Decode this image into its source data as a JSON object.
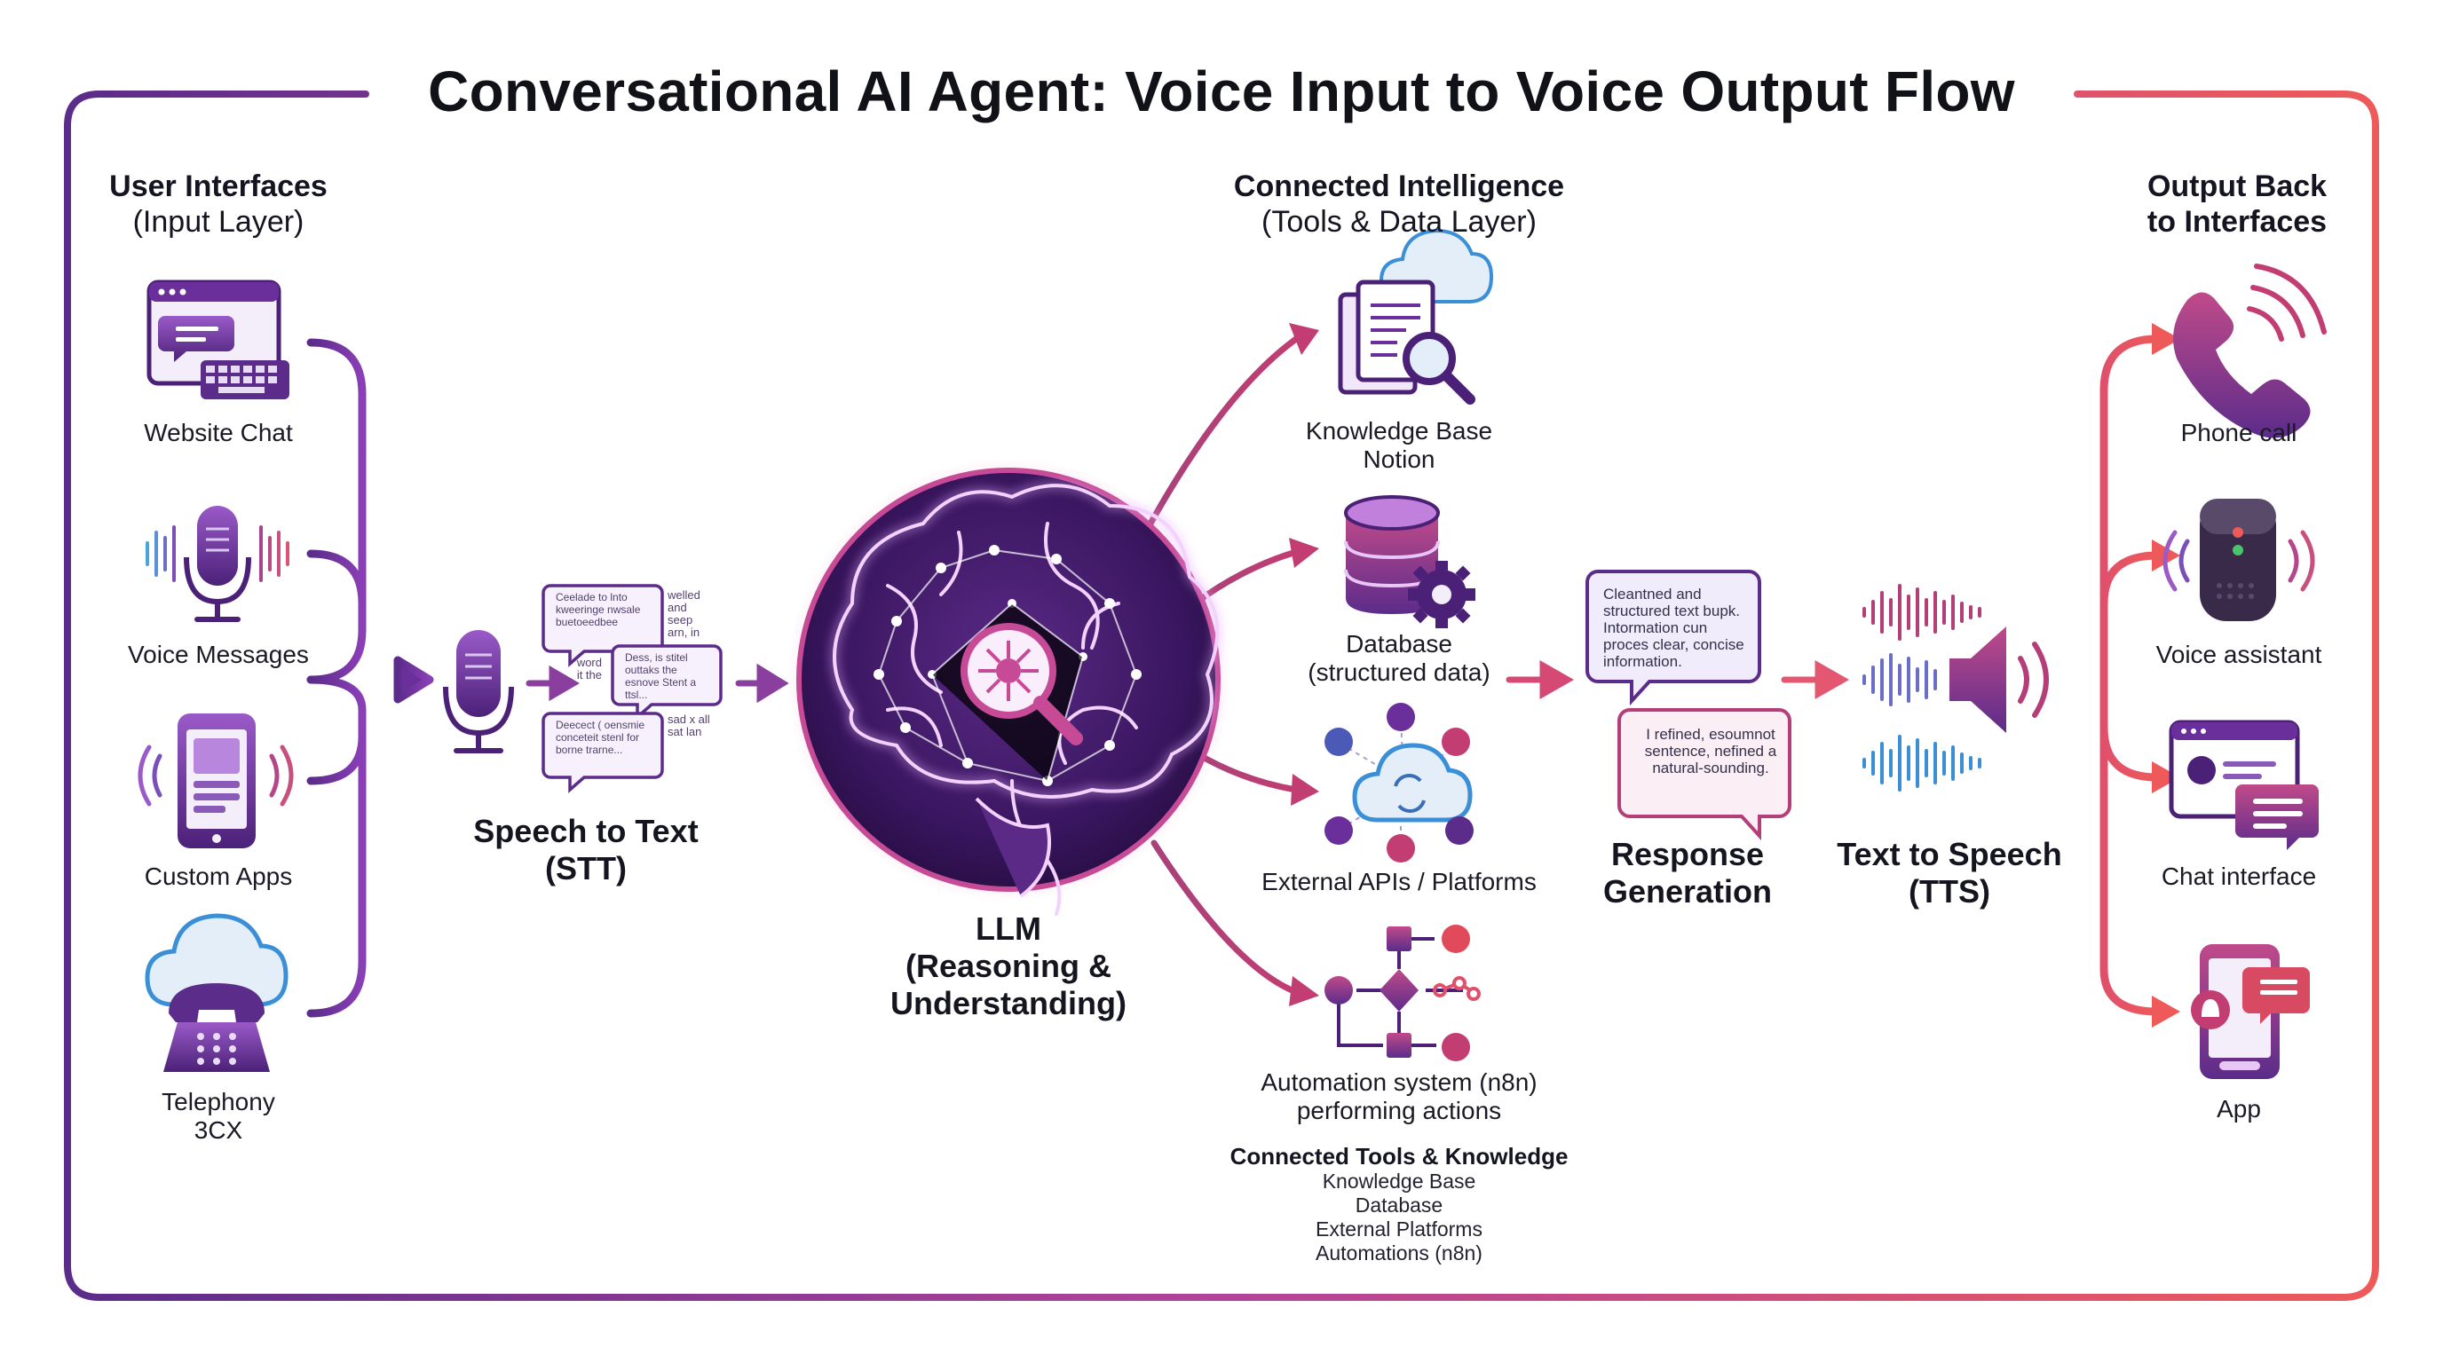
{
  "title": "Conversational AI Agent: Voice Input to Voice Output Flow",
  "colors": {
    "purple": "#5b2c8a",
    "violet": "#8a3fb6",
    "magenta": "#c23d72",
    "coral": "#ee5a5a",
    "blue": "#3a8fd6"
  },
  "input_layer": {
    "heading": "User Interfaces",
    "subheading": "(Input Layer)",
    "items": [
      {
        "label": "Website Chat",
        "icon": "website-chat-icon"
      },
      {
        "label": "Voice Messages",
        "icon": "microphone-icon"
      },
      {
        "label": "Custom Apps",
        "icon": "smartphone-icon"
      },
      {
        "label": "Telephony",
        "label2": "3CX",
        "icon": "cloud-telephone-icon"
      }
    ]
  },
  "stt": {
    "label": "Speech to Text",
    "label2": "(STT)",
    "bubble_1": "Ceelade to lnto kweeringe nwsale buetoeedbee",
    "bubble_2": "Dess, is stitel outtaks the esnove Stent a ttsl...",
    "bubble_3": "Deecect ( oensmie conceteit stenl for borne trarne...",
    "side_1": "welled and seep arn, in",
    "side_2": "word it the",
    "side_3": "sad x all sat lan"
  },
  "llm": {
    "line1": "LLM",
    "line2": "(Reasoning &",
    "line3": "Understanding)"
  },
  "tools_layer": {
    "heading": "Connected Intelligence",
    "subheading": "(Tools & Data Layer)",
    "items": [
      {
        "label": "Knowledge Base",
        "label2": "Notion",
        "icon": "document-search-icon"
      },
      {
        "label": "Database",
        "label2": "(structured data)",
        "icon": "database-gear-icon"
      },
      {
        "label": "External APIs / Platforms",
        "icon": "cloud-platforms-icon"
      },
      {
        "label": "Automation system (n8n)",
        "label2": "performing actions",
        "icon": "workflow-icon"
      }
    ],
    "footer": {
      "heading": "Connected Tools & Knowledge",
      "items": [
        "Knowledge Base",
        "Database",
        "External Platforms",
        "Automations (n8n)"
      ]
    }
  },
  "response": {
    "label": "Response",
    "label2": "Generation",
    "bubble_1": "Cleantned and structured text bupk. Intormation cun proces clear, concise information.",
    "bubble_2": "I refined, esoumnot sentence, nefined a natural-sounding."
  },
  "tts": {
    "label": "Text to Speech",
    "label2": "(TTS)"
  },
  "output_layer": {
    "heading": "Output Back",
    "heading2": "to Interfaces",
    "items": [
      {
        "label": "Phone call",
        "icon": "phone-call-icon"
      },
      {
        "label": "Voice assistant",
        "icon": "smart-speaker-icon"
      },
      {
        "label": "Chat interface",
        "icon": "chat-interface-icon"
      },
      {
        "label": "App",
        "icon": "app-notification-icon"
      }
    ]
  }
}
